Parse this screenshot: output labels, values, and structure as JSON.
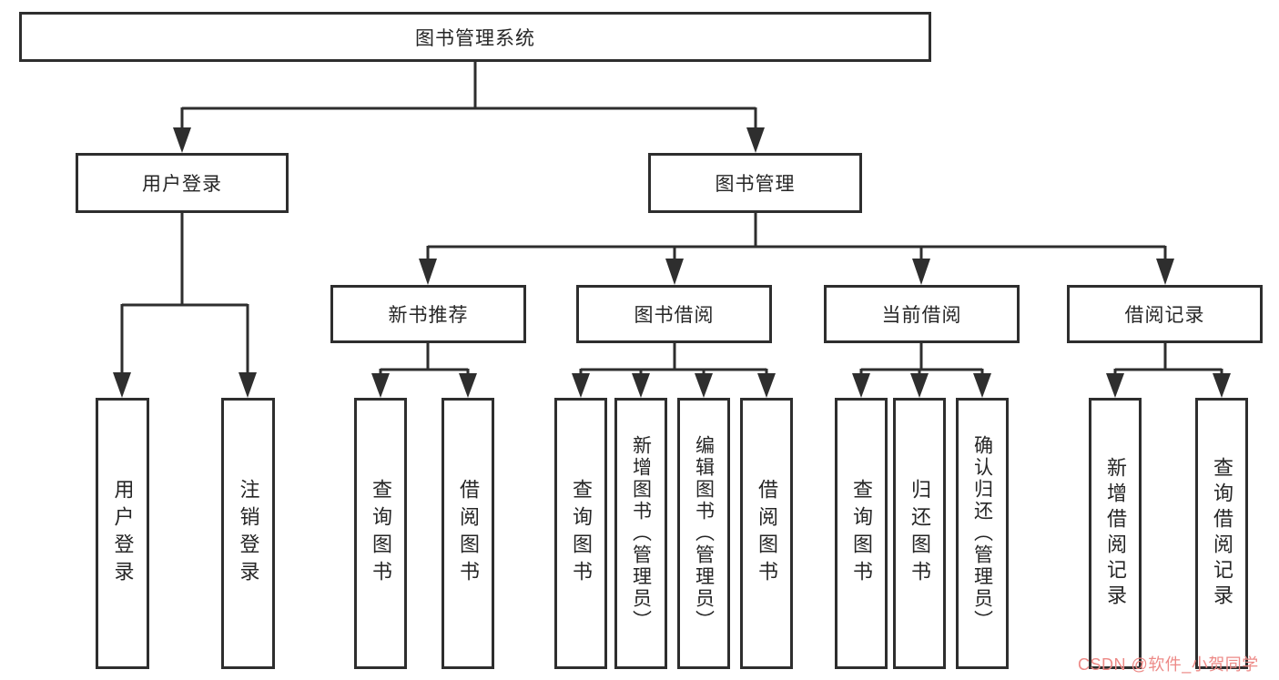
{
  "tree": {
    "root": {
      "label": "图书管理系统"
    },
    "branches": [
      {
        "label": "用户登录",
        "children": [
          "用户登录",
          "注销登录"
        ]
      },
      {
        "label": "图书管理",
        "sections": [
          {
            "label": "新书推荐",
            "children": [
              "查询图书",
              "借阅图书"
            ]
          },
          {
            "label": "图书借阅",
            "children": [
              "查询图书",
              "新增图书（管理员）",
              "编辑图书（管理员）",
              "借阅图书"
            ]
          },
          {
            "label": "当前借阅",
            "children": [
              "查询图书",
              "归还图书",
              "确认归还（管理员）"
            ]
          },
          {
            "label": "借阅记录",
            "children": [
              "新增借阅记录",
              "查询借阅记录"
            ]
          }
        ]
      }
    ]
  },
  "watermark": {
    "text": "CSDN @软件_小贺同学"
  },
  "colors": {
    "line": "#2e2e2e",
    "box_border": "#2e2e2e",
    "text": "#262626",
    "watermark": "#ed8a87",
    "background": "#ffffff"
  }
}
